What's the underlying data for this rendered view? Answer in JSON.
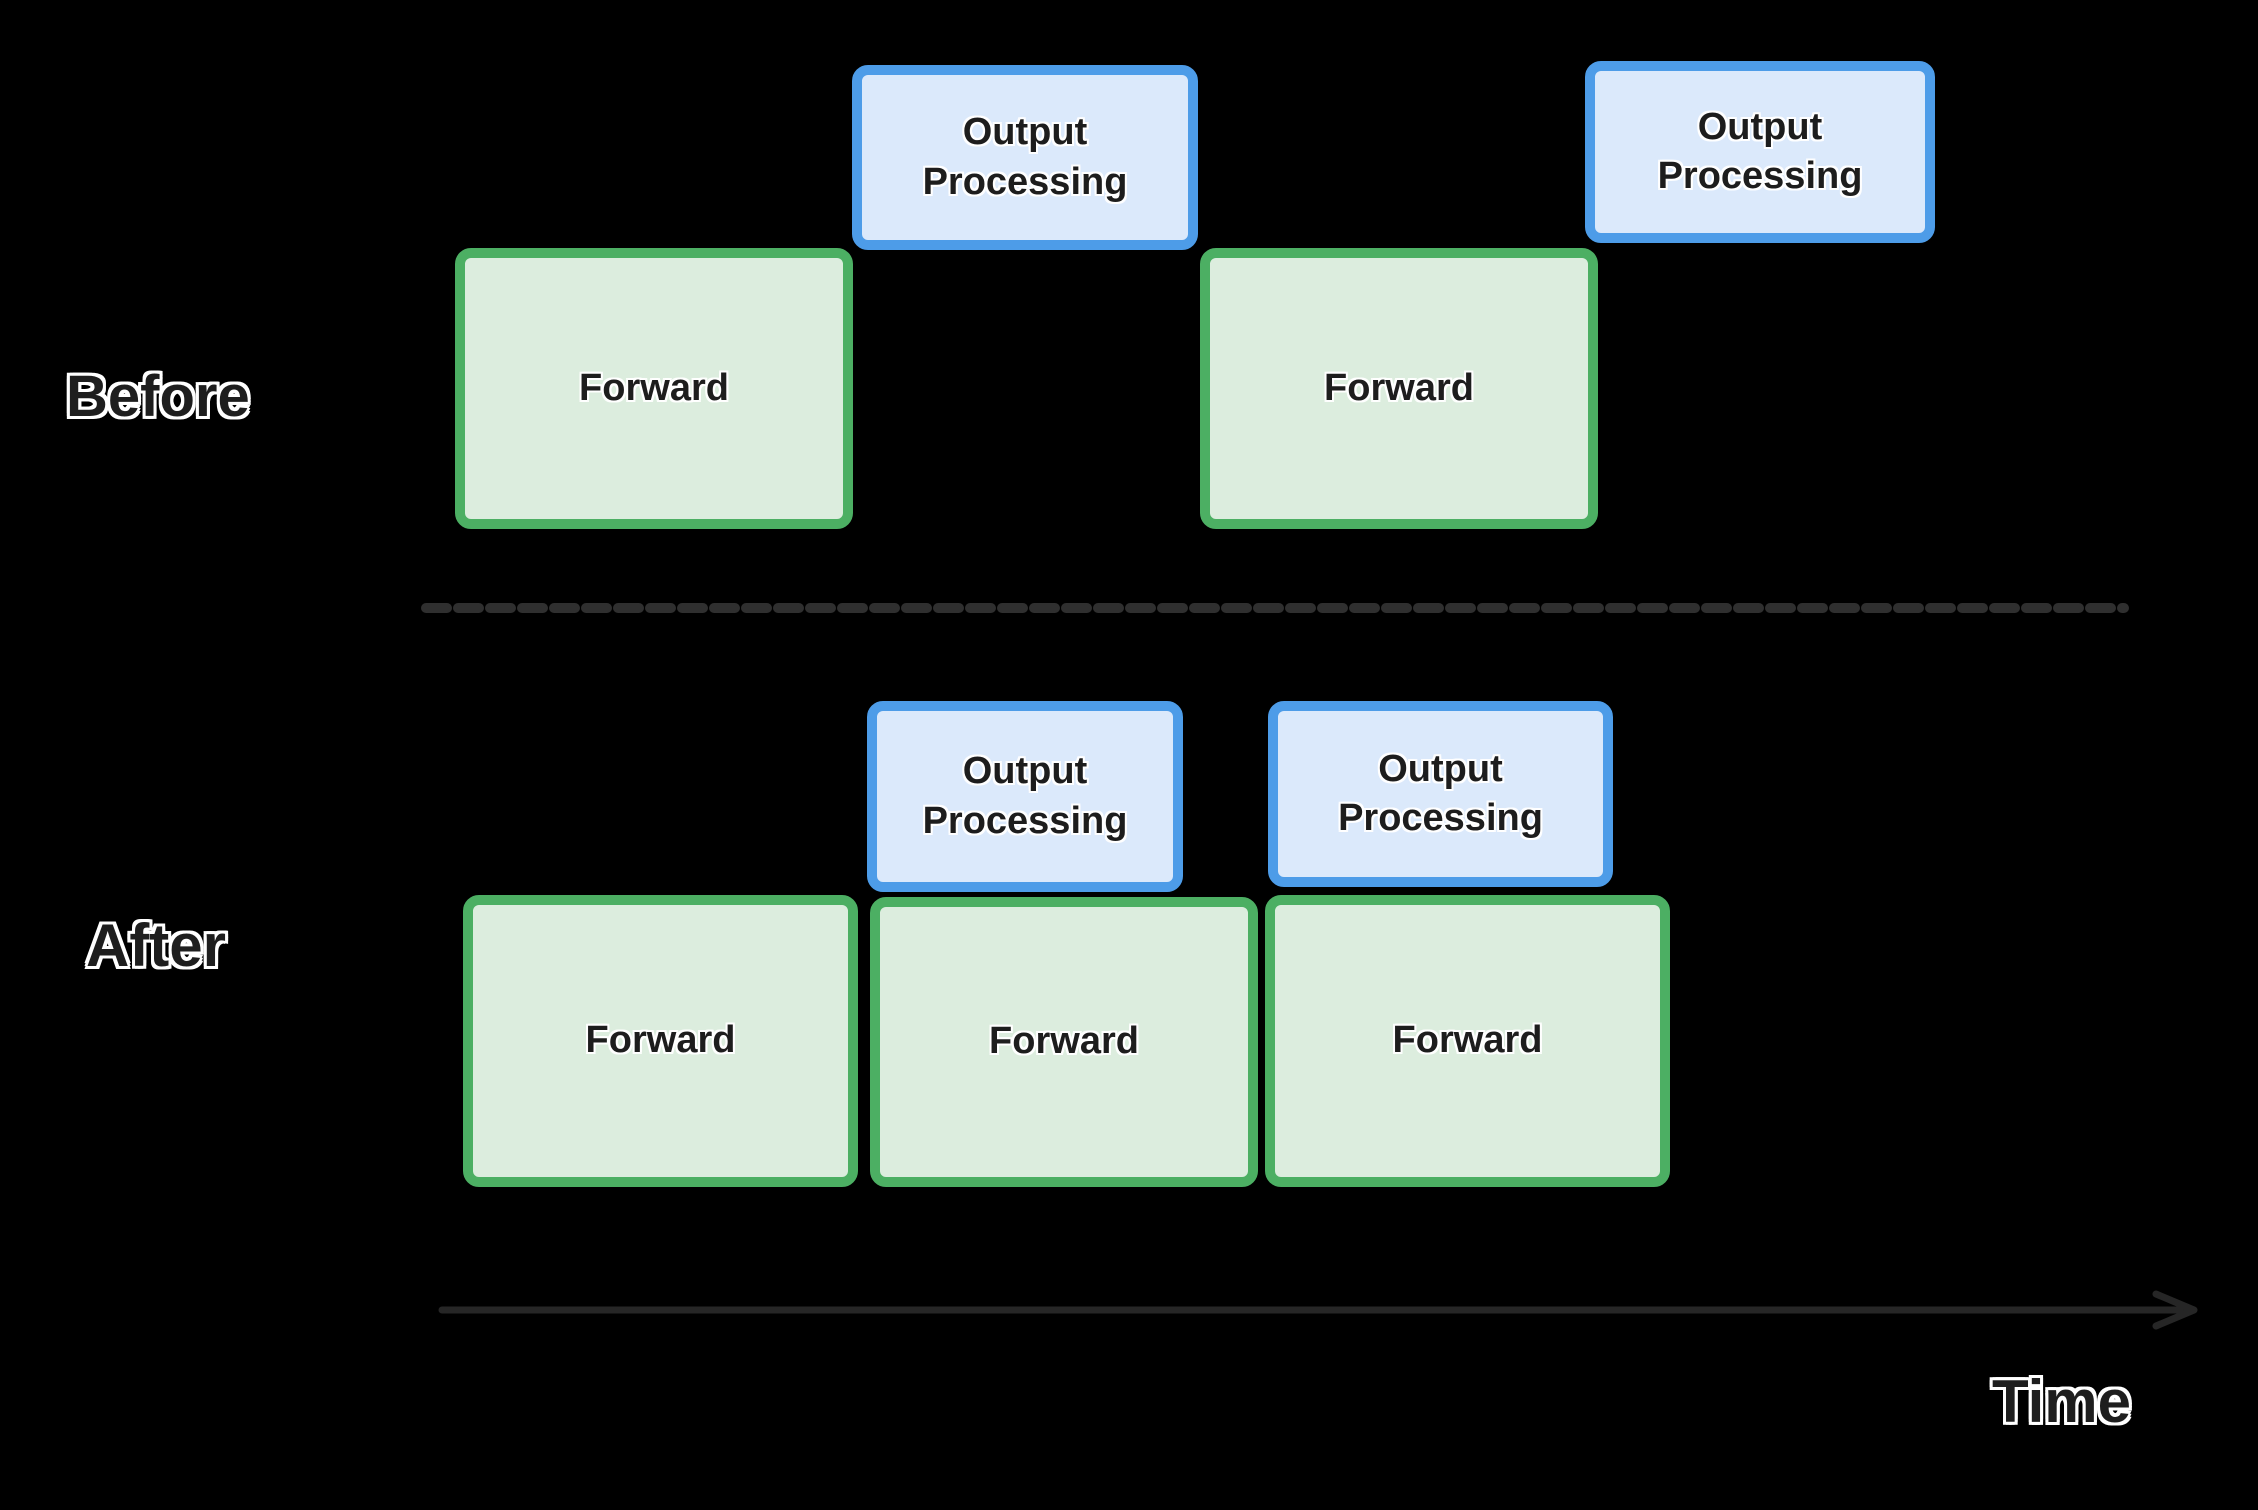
{
  "diagram": {
    "colors": {
      "background": "#000000",
      "forward_fill": "#dcedde",
      "forward_border": "#4caf63",
      "output_fill": "#dbe9fb",
      "output_border": "#4d9ce8",
      "label_text": "#1e1e1e",
      "label_outline": "#ffffff",
      "separator": "#2f2f2f",
      "axis": "#262626"
    },
    "sections": [
      {
        "label": "Before",
        "boxes": [
          {
            "id": "before-forward-1",
            "type": "forward",
            "label": "Forward"
          },
          {
            "id": "before-output-1",
            "type": "output",
            "label": "Output Processing"
          },
          {
            "id": "before-forward-2",
            "type": "forward",
            "label": "Forward"
          },
          {
            "id": "before-output-2",
            "type": "output",
            "label": "Output Processing"
          }
        ]
      },
      {
        "label": "After",
        "boxes": [
          {
            "id": "after-output-1",
            "type": "output",
            "label": "Output Processing"
          },
          {
            "id": "after-output-2",
            "type": "output",
            "label": "Output Processing"
          },
          {
            "id": "after-forward-1",
            "type": "forward",
            "label": "Forward"
          },
          {
            "id": "after-forward-2",
            "type": "forward",
            "label": "Forward"
          },
          {
            "id": "after-forward-3",
            "type": "forward",
            "label": "Forward"
          }
        ]
      }
    ],
    "axis": {
      "label": "Time"
    }
  }
}
